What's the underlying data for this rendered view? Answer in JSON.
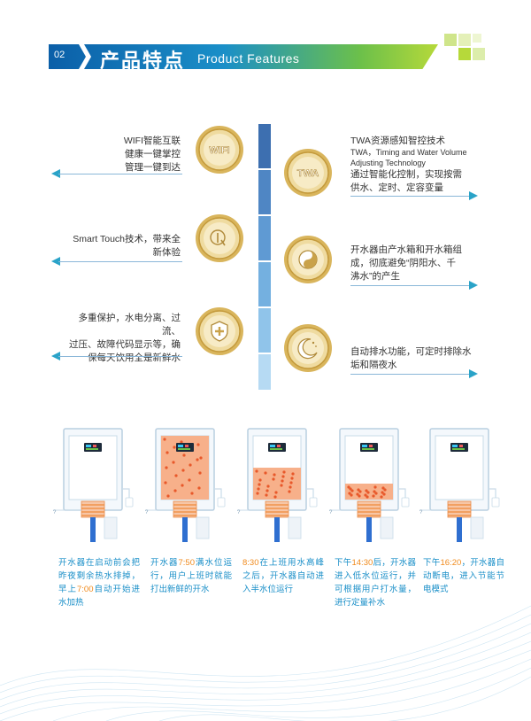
{
  "header": {
    "page_number": "02",
    "title": "产品特点",
    "subtitle": "Product Features"
  },
  "features": [
    {
      "side": "left",
      "lines": [
        "WIFI智能互联",
        "健康一键掌控",
        "管理一键到达"
      ],
      "icon": "wifi-icon",
      "badge": "WIFI"
    },
    {
      "side": "right",
      "lines": [
        "TWA资源感知智控技术",
        "TWA，Timing and Water Volume",
        "Adjusting Technology",
        "通过智能化控制，实现按需",
        "供水、定时、定容变量"
      ],
      "icon": "twa-icon",
      "badge": "TWA"
    },
    {
      "side": "left",
      "lines": [
        "Smart Touch技术，带来全",
        "新体验"
      ],
      "icon": "touch-icon"
    },
    {
      "side": "right",
      "lines": [
        "开水器由产水箱和开水箱组",
        "成，彻底避免“阴阳水、千",
        "沸水”的产生"
      ],
      "icon": "yin-yang-icon"
    },
    {
      "side": "left",
      "lines": [
        "多重保护，水电分离、过流、",
        "过压、故障代码显示等，确",
        "保每天饮用全是新鲜水"
      ],
      "icon": "shield-icon"
    },
    {
      "side": "right",
      "lines": [
        "自动排水功能，可定时排除水",
        "垢和隔夜水"
      ],
      "icon": "moon-icon"
    }
  ],
  "steps": [
    {
      "pre": "开水器在启动前会把昨夜剩余热水排掉，早上",
      "time": "7:00",
      "post": "自动开始进水加热",
      "level": 0
    },
    {
      "pre": "开水器",
      "time": "7:50",
      "post": "满水位运行，用户上班时就能打出新鲜的开水",
      "level": 1
    },
    {
      "pre": "",
      "time": "8:30",
      "post": "在上班用水高峰之后，开水器自动进入半水位运行",
      "level": 0.5
    },
    {
      "pre": "下午",
      "time": "14:30",
      "post": "后，开水器进入低水位运行，并可根据用户打水量，进行定量补水",
      "level": 0.25
    },
    {
      "pre": "下午",
      "time": "16:20",
      "post": "，开水器自动断电，进入节能节电模式",
      "level": 0
    }
  ]
}
